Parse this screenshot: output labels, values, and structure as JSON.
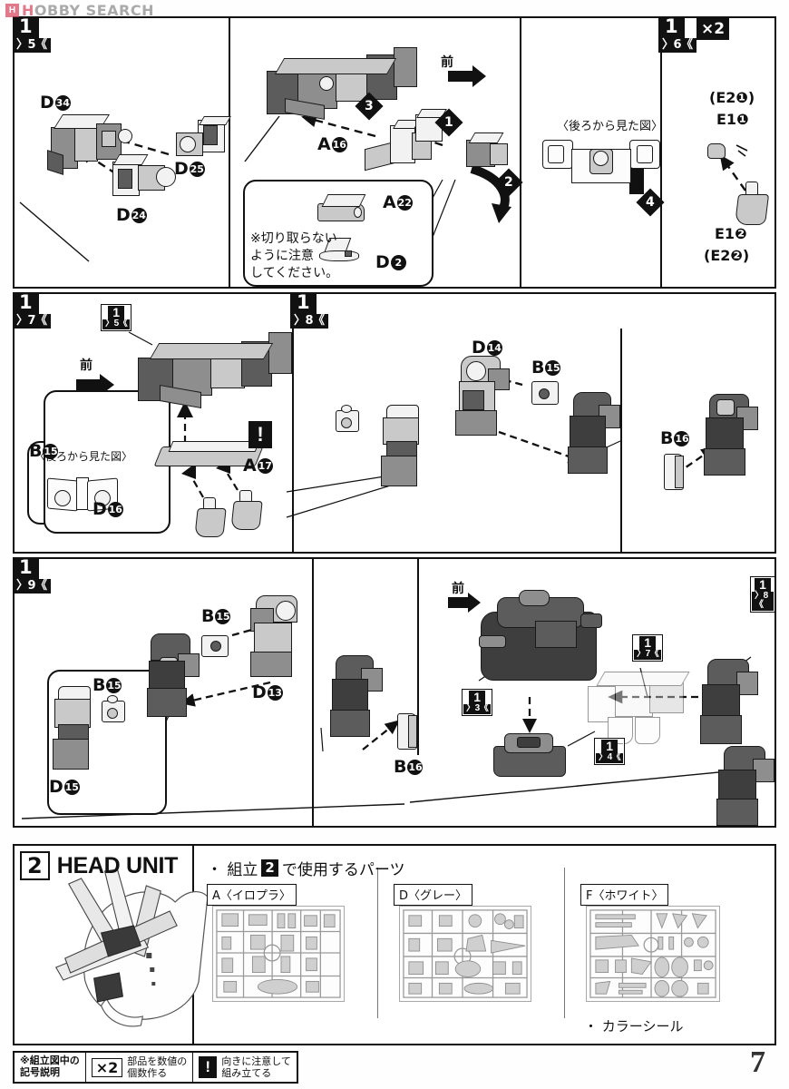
{
  "watermark": {
    "badge": "H",
    "text_a": "H",
    "text_b": "OBBY SEARCH"
  },
  "page_number": "7",
  "row1": {
    "panel_a": {
      "step": "1",
      "sub": "〉5《",
      "parts": [
        {
          "letter": "D",
          "num": "34"
        },
        {
          "letter": "D",
          "num": "24"
        },
        {
          "letter": "D",
          "num": "25"
        }
      ]
    },
    "panel_b": {
      "front_mark": "前",
      "parts": [
        {
          "letter": "A",
          "num": "16"
        },
        {
          "letter": "A",
          "num": "22"
        },
        {
          "letter": "D",
          "num": "2"
        }
      ],
      "sequence": [
        "1",
        "2",
        "3"
      ],
      "note": "※切り取らない\nように注意\nしてください。"
    },
    "panel_c": {
      "view_label": "〈後ろから見た図〉",
      "sequence": [
        "4"
      ]
    },
    "panel_d": {
      "step": "1",
      "sub": "〉6《",
      "multiplier": "×2",
      "labels": [
        "(E2❶)",
        "E1❶",
        "E1❷",
        "(E2❷)"
      ]
    }
  },
  "row2": {
    "panel_a": {
      "step": "1",
      "sub": "〉7《",
      "front_mark": "前",
      "ref": {
        "num": "1",
        "sub": "〉5《"
      },
      "warning": "!",
      "parts": [
        {
          "letter": "A",
          "num": "17"
        }
      ],
      "view_label": "〈後ろから見た図〉"
    },
    "panel_b": {
      "step": "1",
      "sub": "〉8《",
      "parts": [
        {
          "letter": "D",
          "num": "14"
        },
        {
          "letter": "B",
          "num": "15"
        },
        {
          "letter": "B",
          "num": "15"
        },
        {
          "letter": "D",
          "num": "16"
        },
        {
          "letter": "B",
          "num": "16"
        }
      ]
    }
  },
  "row3": {
    "panel_a": {
      "step": "1",
      "sub": "〉9《",
      "parts": [
        {
          "letter": "B",
          "num": "15"
        },
        {
          "letter": "D",
          "num": "13"
        },
        {
          "letter": "B",
          "num": "15"
        },
        {
          "letter": "D",
          "num": "15"
        },
        {
          "letter": "B",
          "num": "16"
        }
      ]
    },
    "panel_b": {
      "front_mark": "前",
      "refs": [
        {
          "num": "1",
          "sub": "〉3《"
        },
        {
          "num": "1",
          "sub": "〉4《"
        },
        {
          "num": "1",
          "sub": "〉7《"
        },
        {
          "num": "1",
          "sub": "〉8《"
        }
      ]
    }
  },
  "row4": {
    "step": "2",
    "title": "HEAD UNIT",
    "parts_heading_pre": "・ 組立",
    "parts_heading_num": "2",
    "parts_heading_post": "で使用するパーツ",
    "runners": [
      {
        "tag": "A〈イロプラ〉"
      },
      {
        "tag": "D〈グレー〉"
      },
      {
        "tag": "F〈ホワイト〉"
      }
    ],
    "seal_note": "・ カラーシール"
  },
  "legend": {
    "title": "※組立図中の\n記号説明",
    "items": [
      {
        "icon": "×2",
        "text": "部品を数値の\n個数作る"
      },
      {
        "icon": "!",
        "text": "向きに注意して\n組み立てる"
      }
    ]
  }
}
